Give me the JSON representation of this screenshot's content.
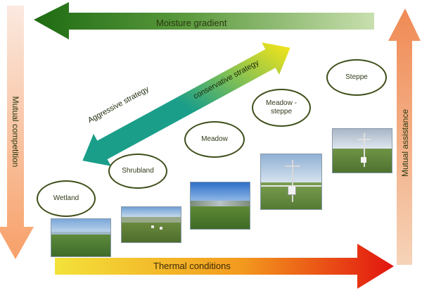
{
  "arrows": {
    "moisture": "Moisture gradient",
    "thermal": "Thermal conditions",
    "competition": "Mutual competition",
    "assistance": "Mutual assistance",
    "aggressive": "Aggressive strategy",
    "conservative": "conservative strategy"
  },
  "ecosystems": [
    "Wetland",
    "Shrubland",
    "Meadow",
    "Meadow -steppe",
    "Steppe"
  ],
  "colors": {
    "moisture_dark": "#1e6b12",
    "moisture_light": "#c8dfae",
    "thermal_start": "#f3e23a",
    "thermal_end": "#e2140f",
    "assist_start": "#f08a54",
    "assist_end": "#f6d3b8",
    "compete_start": "#fbe9e0",
    "compete_end": "#f7a068",
    "strategy_teal": "#1a9e8a",
    "strategy_yellow": "#f2e41a",
    "strategy_orange": "#f07a22"
  }
}
